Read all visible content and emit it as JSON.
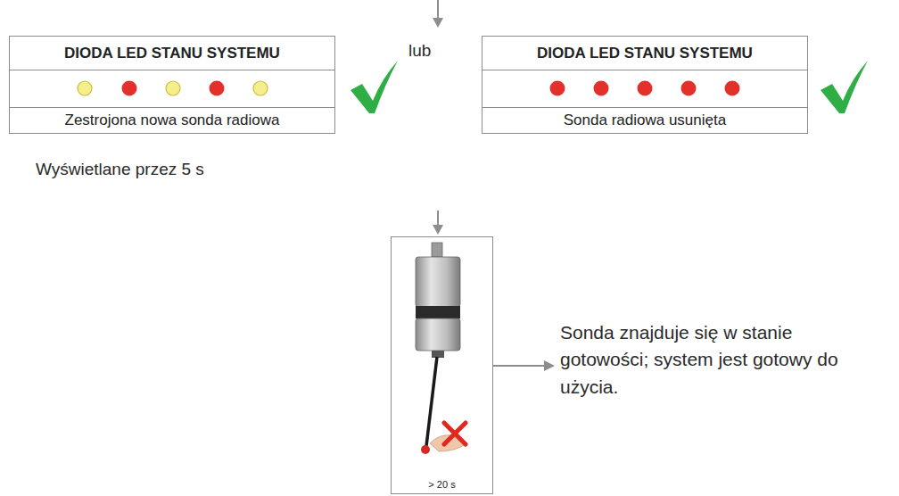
{
  "diagram": {
    "nodes": [
      {
        "text": [
          "DIODA LED STANU SYSTEMU",
          "Zestrojona nowa sonda radiowa"
        ]
      },
      {
        "text": [
          "DIODA LED STANU SYSTEMU",
          "Sonda radiowa usunięta"
        ]
      },
      {
        "text": [
          "> 20 s"
        ]
      }
    ],
    "labels": [
      "lub",
      "Wyświetlane przez 5 s",
      "Sonda znajduje się w stanie gotowości; system jest gotowy do użycia."
    ]
  }
}
